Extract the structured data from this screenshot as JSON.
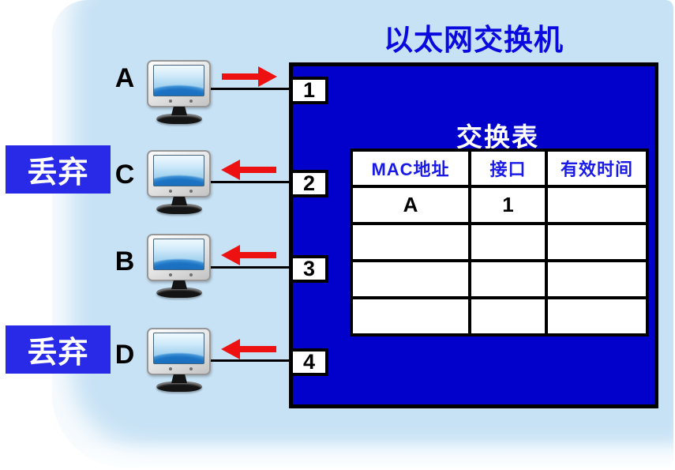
{
  "title": "以太网交换机",
  "switch": {
    "table_title": "交换表",
    "table": {
      "headers": [
        "MAC地址",
        "接口",
        "有效时间"
      ],
      "rows": [
        [
          "A",
          "1",
          ""
        ],
        [
          "",
          "",
          ""
        ],
        [
          "",
          "",
          ""
        ],
        [
          "",
          "",
          ""
        ]
      ]
    }
  },
  "hosts": [
    {
      "label": "A",
      "port": "1",
      "arrow_direction": "right",
      "discard": ""
    },
    {
      "label": "C",
      "port": "2",
      "arrow_direction": "left",
      "discard": "丢弃"
    },
    {
      "label": "B",
      "port": "3",
      "arrow_direction": "left",
      "discard": ""
    },
    {
      "label": "D",
      "port": "4",
      "arrow_direction": "left",
      "discard": "丢弃"
    }
  ],
  "colors": {
    "panel_blue": "#c7e2f5",
    "switch_blue": "#0101cb",
    "title_blue": "#0a0ae0",
    "header_blue": "#1a1ae8",
    "discard_blue": "#2929e8",
    "arrow_red": "#ee1111",
    "line_black": "#000000",
    "cell_white": "#ffffff"
  }
}
